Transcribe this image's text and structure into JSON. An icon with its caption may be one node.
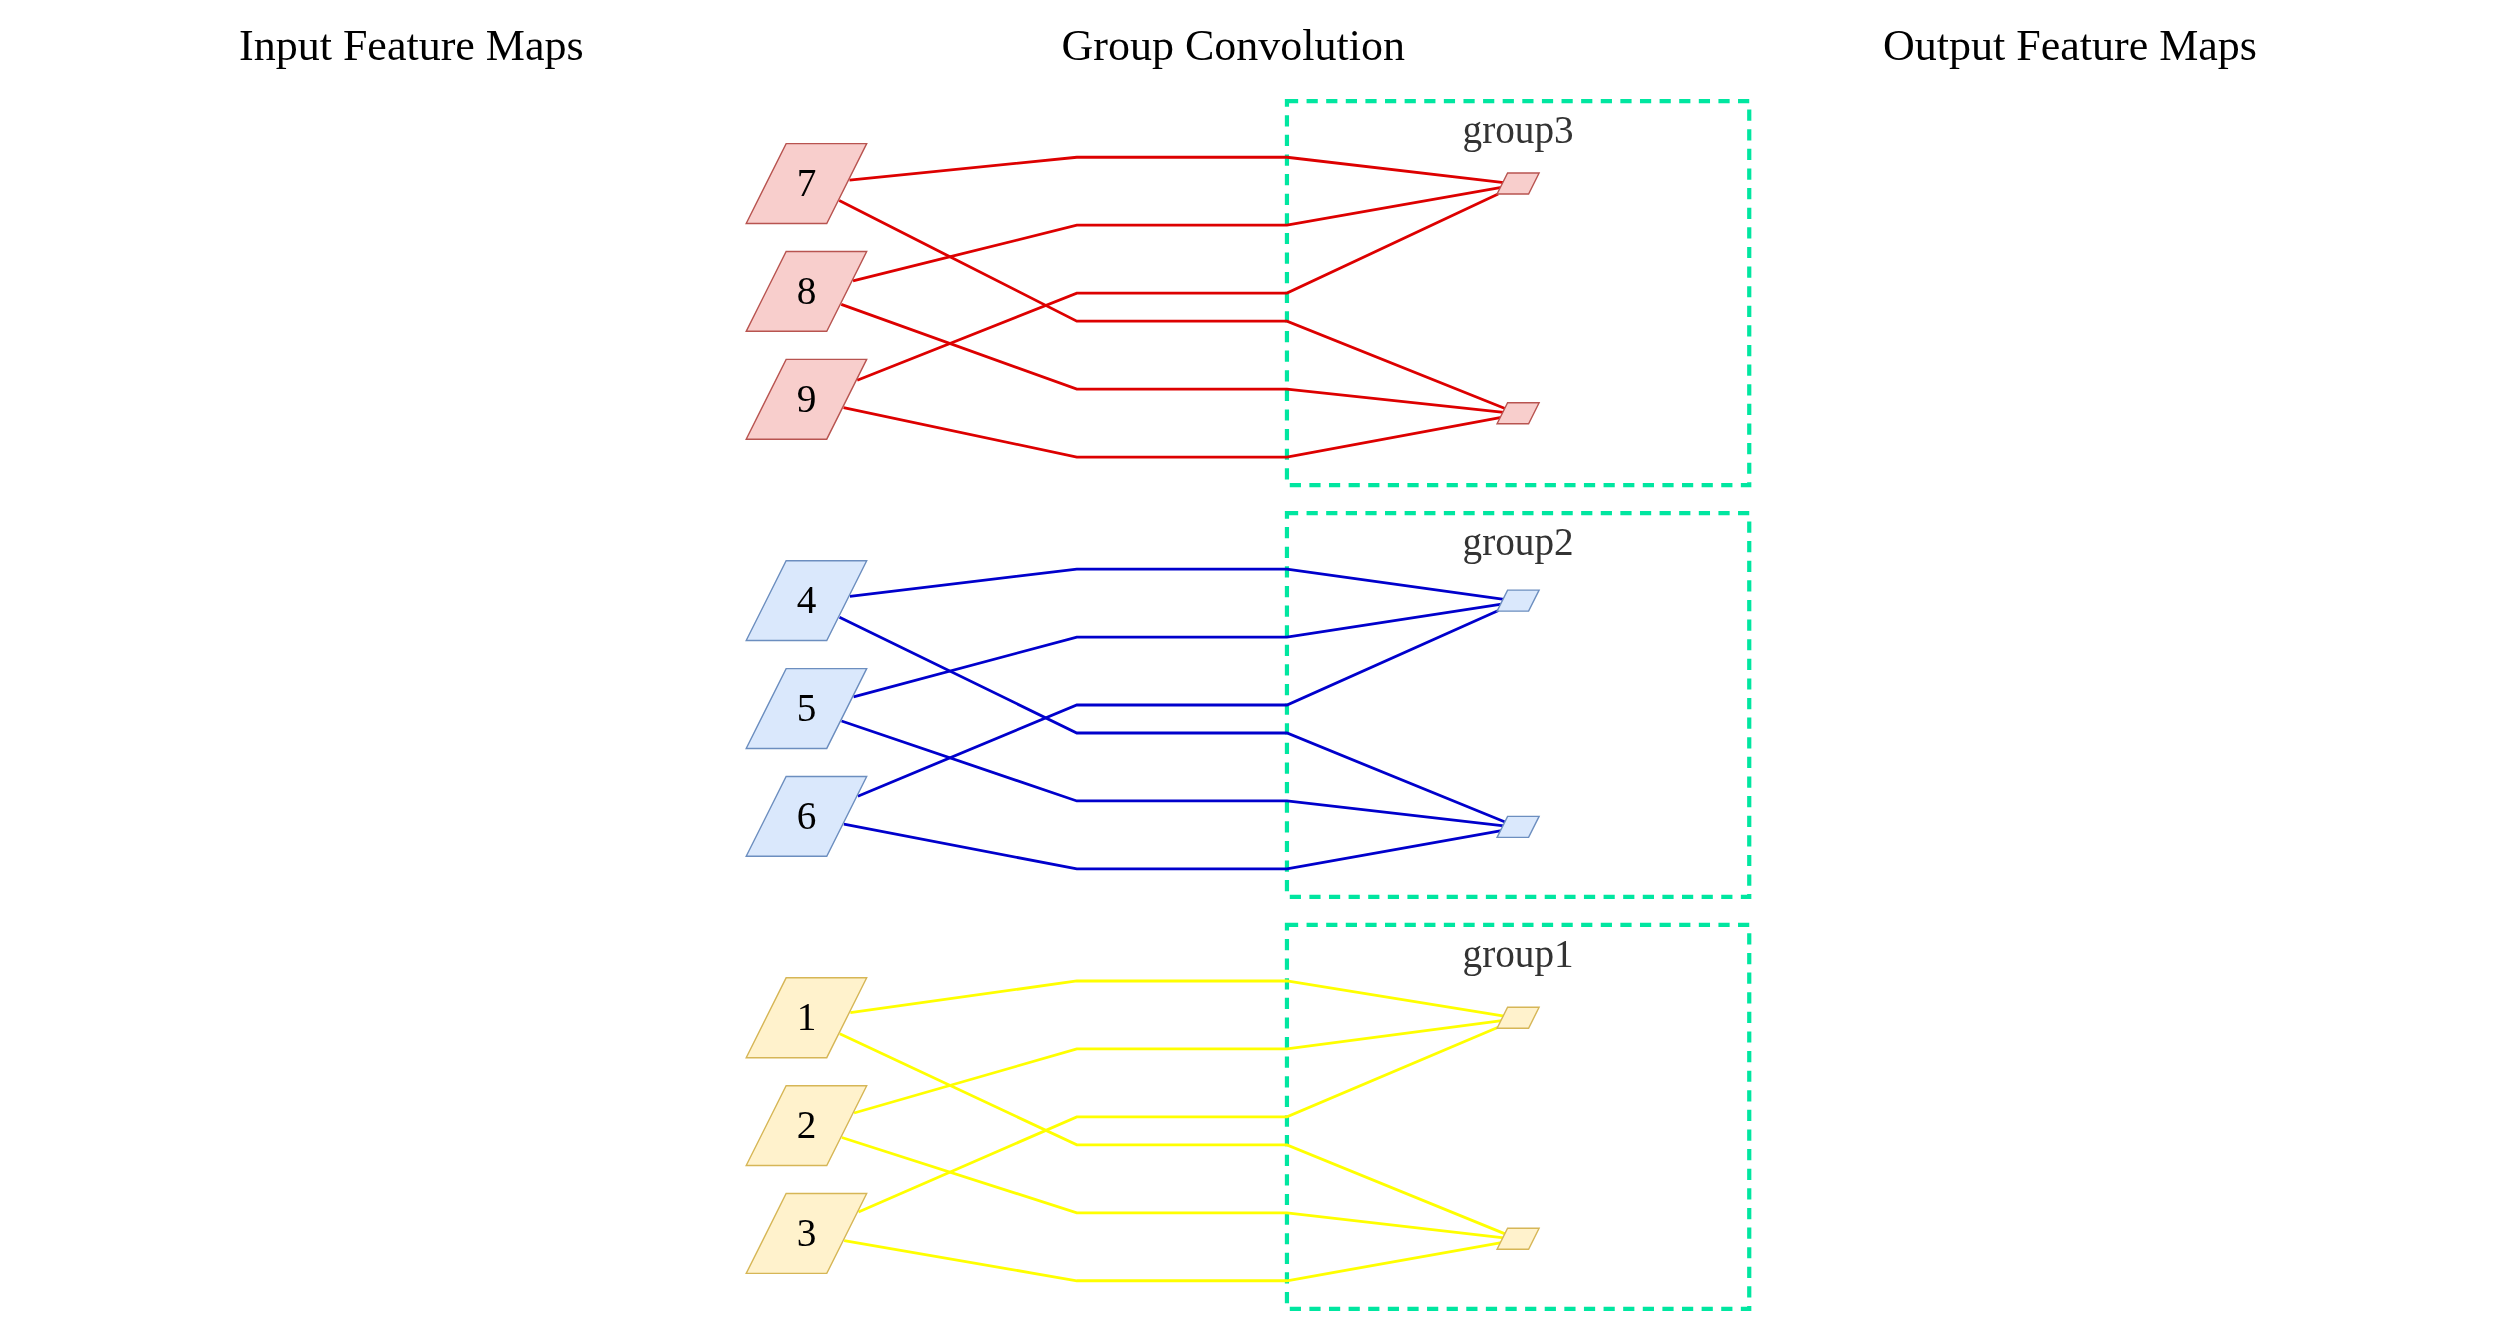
{
  "diagram": {
    "nodes": [
      {
        "text": [
          "1"
        ]
      },
      {
        "text": [
          "2"
        ]
      },
      {
        "text": [
          "3"
        ]
      },
      {
        "text": [
          "4"
        ]
      },
      {
        "text": [
          "5"
        ]
      },
      {
        "text": [
          "6"
        ]
      },
      {
        "text": [
          "7"
        ]
      },
      {
        "text": [
          "8"
        ]
      },
      {
        "text": [
          "9"
        ]
      },
      {
        "text": [
          "group1"
        ]
      },
      {
        "text": [],
        "shape": "parallelogram",
        "in": 9
      },
      {
        "text": [],
        "shape": "parallelogram",
        "in": 9
      },
      {
        "text": [
          "group2"
        ]
      },
      {
        "text": [],
        "shape": "parallelogram",
        "in": 12
      },
      {
        "text": [],
        "shape": "parallelogram",
        "in": 12
      },
      {
        "text": [
          "group3"
        ]
      },
      {
        "text": [],
        "shape": "parallelogram",
        "in": 15
      },
      {
        "text": [],
        "shape": "parallelogram",
        "in": 15
      }
    ],
    "edges": [
      {
        "from": 0,
        "to": 10,
        "arrow": "none",
        "color": "#ffff00"
      },
      {
        "from": 0,
        "to": 11,
        "arrow": "none",
        "color": "#ffff00"
      },
      {
        "from": 1,
        "to": 10,
        "arrow": "none",
        "color": "#ffff00"
      },
      {
        "from": 1,
        "to": 11,
        "arrow": "none",
        "color": "#ffff00"
      },
      {
        "from": 2,
        "to": 10,
        "arrow": "none",
        "color": "#ffff00"
      },
      {
        "from": 2,
        "to": 11,
        "arrow": "none",
        "color": "#ffff00"
      },
      {
        "from": 3,
        "to": 13,
        "arrow": "none",
        "color": "#0000cc"
      },
      {
        "from": 3,
        "to": 14,
        "arrow": "none",
        "color": "#0000cc"
      },
      {
        "from": 4,
        "to": 13,
        "arrow": "none",
        "color": "#0000cc"
      },
      {
        "from": 4,
        "to": 14,
        "arrow": "none",
        "color": "#0000cc"
      },
      {
        "from": 5,
        "to": 13,
        "arrow": "none",
        "color": "#0000cc"
      },
      {
        "from": 5,
        "to": 14,
        "arrow": "none",
        "color": "#0000cc"
      },
      {
        "from": 6,
        "to": 16,
        "arrow": "none",
        "color": "#dd0000"
      },
      {
        "from": 6,
        "to": 17,
        "arrow": "none",
        "color": "#dd0000"
      },
      {
        "from": 7,
        "to": 16,
        "arrow": "none",
        "color": "#dd0000"
      },
      {
        "from": 7,
        "to": 17,
        "arrow": "none",
        "color": "#dd0000"
      },
      {
        "from": 8,
        "to": 16,
        "arrow": "none",
        "color": "#dd0000"
      },
      {
        "from": 8,
        "to": 17,
        "arrow": "none",
        "color": "#dd0000"
      }
    ],
    "labels": [
      "Input Feature Maps",
      "Group Convolution",
      "Output Feature Maps"
    ]
  }
}
